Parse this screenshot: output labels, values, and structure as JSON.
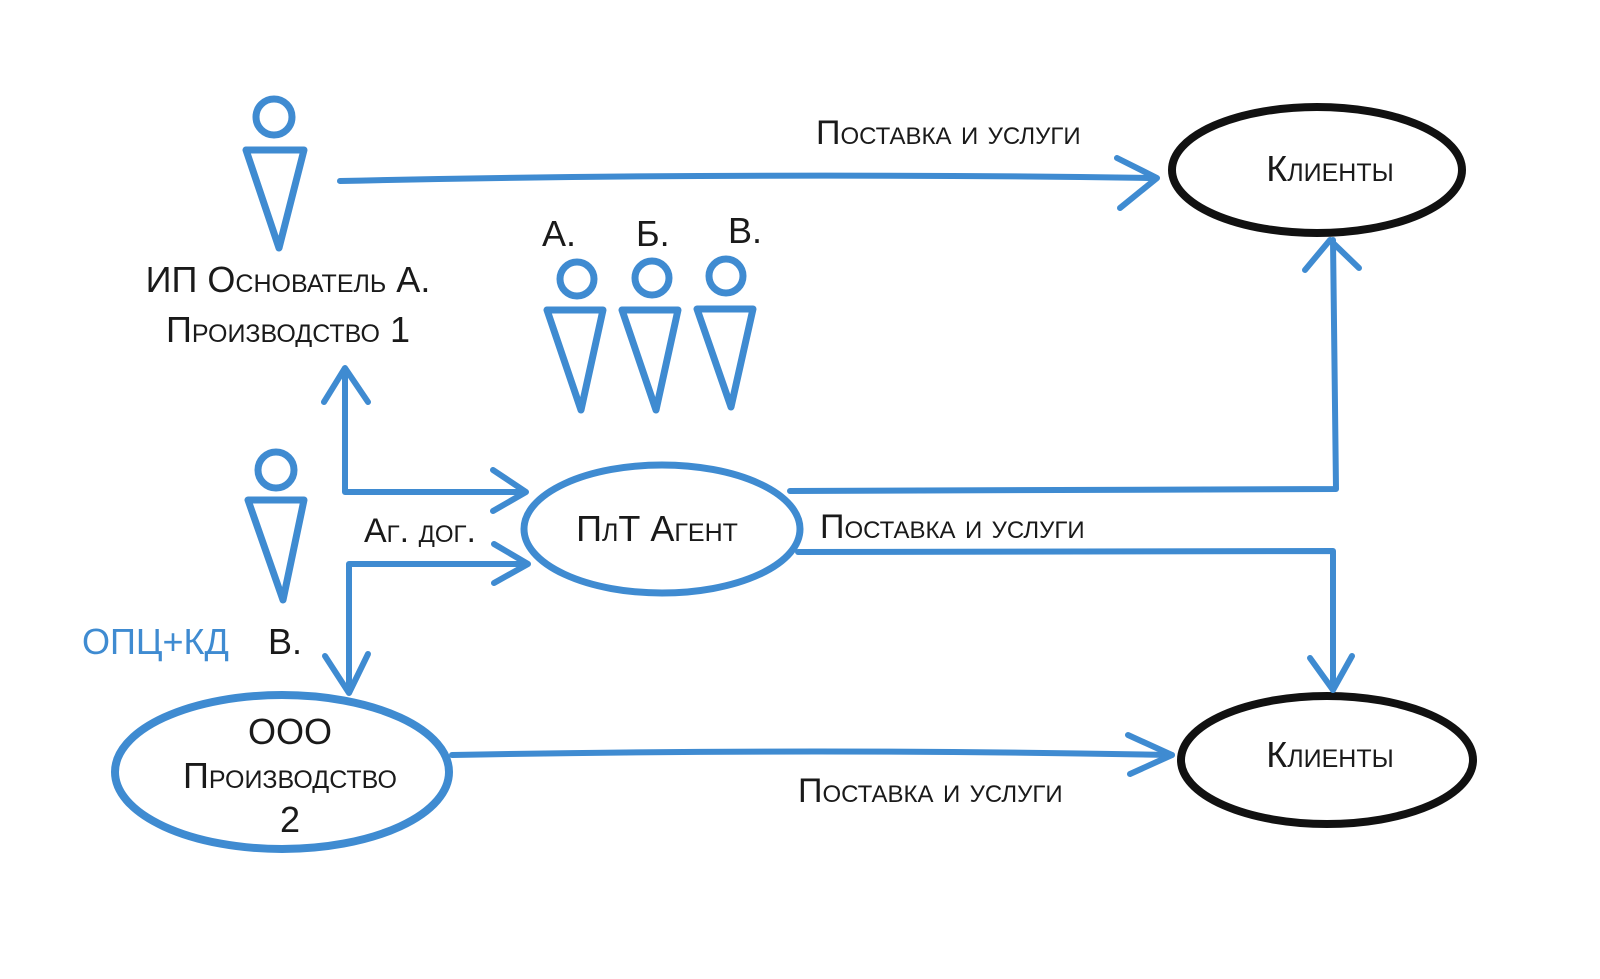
{
  "colors": {
    "accent": "#3f8bd1",
    "ink": "#111111"
  },
  "icons": {
    "person": "person-icon"
  },
  "founders": {
    "ip": {
      "line1": "ИП Основатель А.",
      "line2": "Производство 1"
    },
    "group": [
      "А.",
      "Б.",
      "В."
    ],
    "partner_v": "В.",
    "partner_v_note": "ОПЦ+КД"
  },
  "nodes": {
    "agent": "ПлТ Агент",
    "ooo": [
      "ООО",
      "Производство",
      "2"
    ],
    "clients_top": "Клиенты",
    "clients_bottom": "Клиенты"
  },
  "edges": {
    "supply_top": "Поставка и услуги",
    "supply_mid": "Поставка и услуги",
    "supply_bottom": "Поставка и услуги",
    "agency": "Аг. дог."
  }
}
